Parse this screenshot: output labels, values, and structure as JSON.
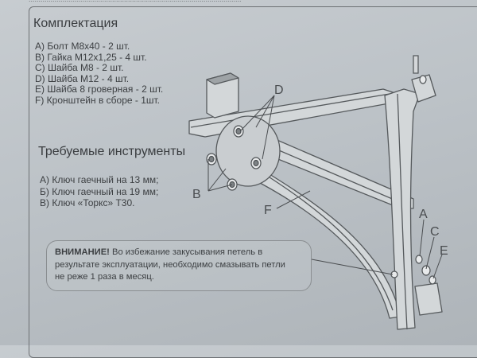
{
  "top_cut_text": "...........................................................................................................",
  "kit": {
    "title": "Комплектация",
    "items": [
      "А) Болт М8х40 - 2 шт.",
      "В) Гайка М12х1,25 - 4 шт.",
      "С) Шайба М8 - 2 шт.",
      "D) Шайба М12 - 4 шт.",
      "Е) Шайба 8 гроверная - 2 шт.",
      "F) Кронштейн в сборе - 1шт."
    ]
  },
  "tools": {
    "title": "Требуемые инструменты",
    "items": [
      "А) Ключ гаечный на 13 мм;",
      "Б) Ключ гаечный на 19 мм;",
      "В) Ключ «Торкс» Т30."
    ]
  },
  "warning": {
    "bold": "ВНИМАНИЕ!",
    "line1_rest": " Во избежание  закусывания петель в",
    "line2": "результате эксплуатации, необходимо смазывать петли",
    "line3": "не реже 1 раза в месяц."
  },
  "diagram_labels": {
    "D": "D",
    "B": "B",
    "F": "F",
    "A": "A",
    "C": "C",
    "E": "E"
  },
  "colors": {
    "paper": "#c1c7cb",
    "ink": "#3d4043",
    "metal": "#d6d9db",
    "metal_edge": "#55595c"
  }
}
